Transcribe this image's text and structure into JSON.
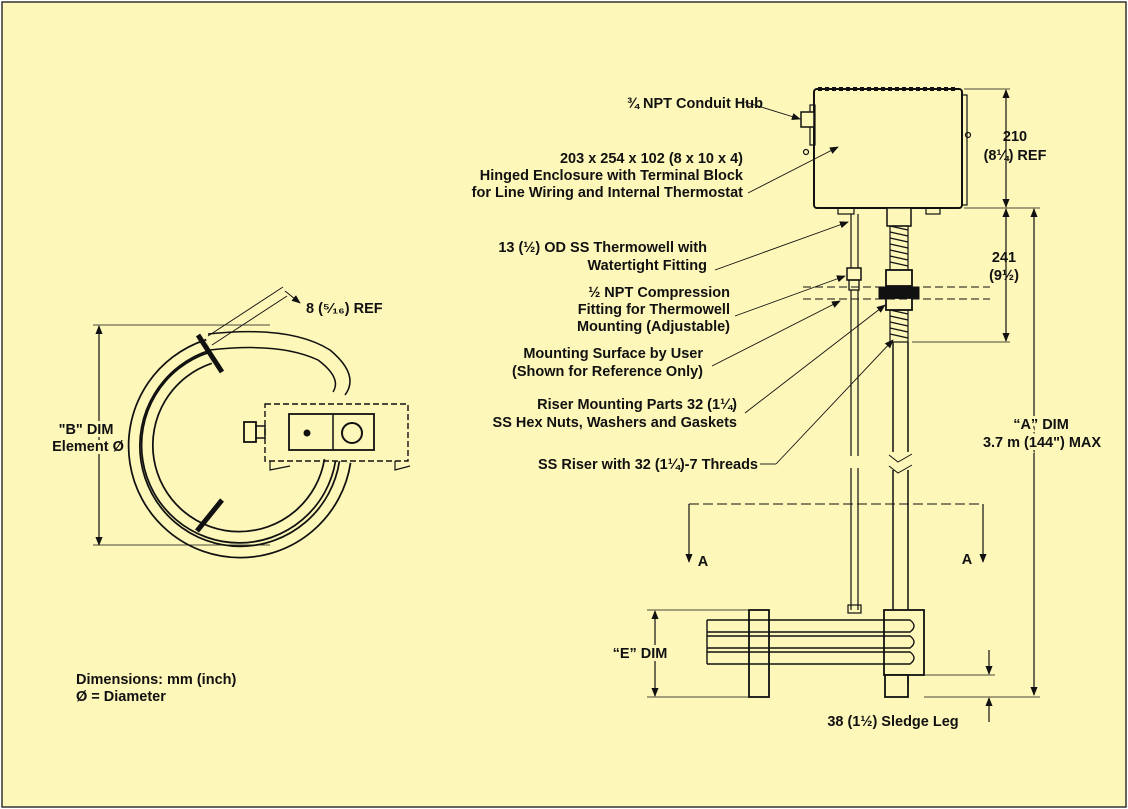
{
  "colors": {
    "background": "#fdf7b9",
    "ink": "#111111",
    "border": "#333333"
  },
  "labels": {
    "conduit_hub": "¾ NPT Conduit Hub",
    "enclosure_l1": "203 x 254 x 102 (8 x 10 x 4)",
    "enclosure_l2": "Hinged Enclosure with Terminal Block",
    "enclosure_l3": "for Line Wiring and Internal Thermostat",
    "thermowell_l1": "13 (½) OD SS Thermowell with",
    "thermowell_l2": "Watertight Fitting",
    "compression_l1": "½ NPT Compression",
    "compression_l2": "Fitting for Thermowell",
    "compression_l3": "Mounting (Adjustable)",
    "mounting_l1": "Mounting Surface by User",
    "mounting_l2": "(Shown for Reference Only)",
    "riser_parts_l1": "Riser Mounting Parts 32 (1¼)",
    "riser_parts_l2": "SS Hex Nuts, Washers and Gaskets",
    "riser": "SS Riser with 32 (1¼)-7 Threads",
    "dim_210_value": "210",
    "dim_210_ref": "(8¼) REF",
    "dim_241_value": "241",
    "dim_241_inch": "(9½)",
    "dim_a_l1": "“A” DIM",
    "dim_a_l2": "3.7 m (144\") MAX",
    "dim_e": "“E” DIM",
    "sledge_leg": "38 (1½) Sledge Leg",
    "section_a_left": "A",
    "section_a_right": "A",
    "dim_8_ref": "8 (⁵⁄₁₆) REF",
    "dim_b_l1": "\"B\" DIM",
    "dim_b_l2": "Element Ø",
    "units_note": "Dimensions: mm (inch)",
    "diameter_note": "Ø = Diameter"
  }
}
